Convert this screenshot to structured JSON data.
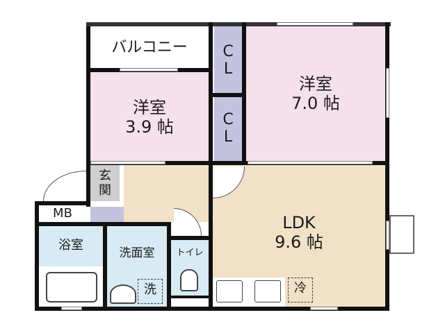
{
  "floorplan": {
    "rooms": {
      "balcony": {
        "label": "バルコニー"
      },
      "cl_top": {
        "label_1": "C",
        "label_2": "L"
      },
      "cl_mid": {
        "label_1": "C",
        "label_2": "L"
      },
      "western_room_small": {
        "name": "洋室",
        "size": "3.9 帖"
      },
      "western_room_large": {
        "name": "洋室",
        "size": "7.0 帖"
      },
      "entrance": {
        "label": "玄関"
      },
      "mb": {
        "label": "MB"
      },
      "bathroom": {
        "label": "浴室"
      },
      "washroom": {
        "label": "洗面室"
      },
      "washer": {
        "label": "洗"
      },
      "toilet": {
        "label": "トイレ"
      },
      "ldk": {
        "name": "LDK",
        "size": "9.6 帖"
      },
      "fridge": {
        "label": "冷"
      }
    },
    "colors": {
      "western": "#f5e1ec",
      "closet": "#c4c3df",
      "ldk": "#f1e1c7",
      "wet": "#d8eaf3",
      "entrance": "#cfcfcf",
      "wall": "#111111"
    }
  }
}
